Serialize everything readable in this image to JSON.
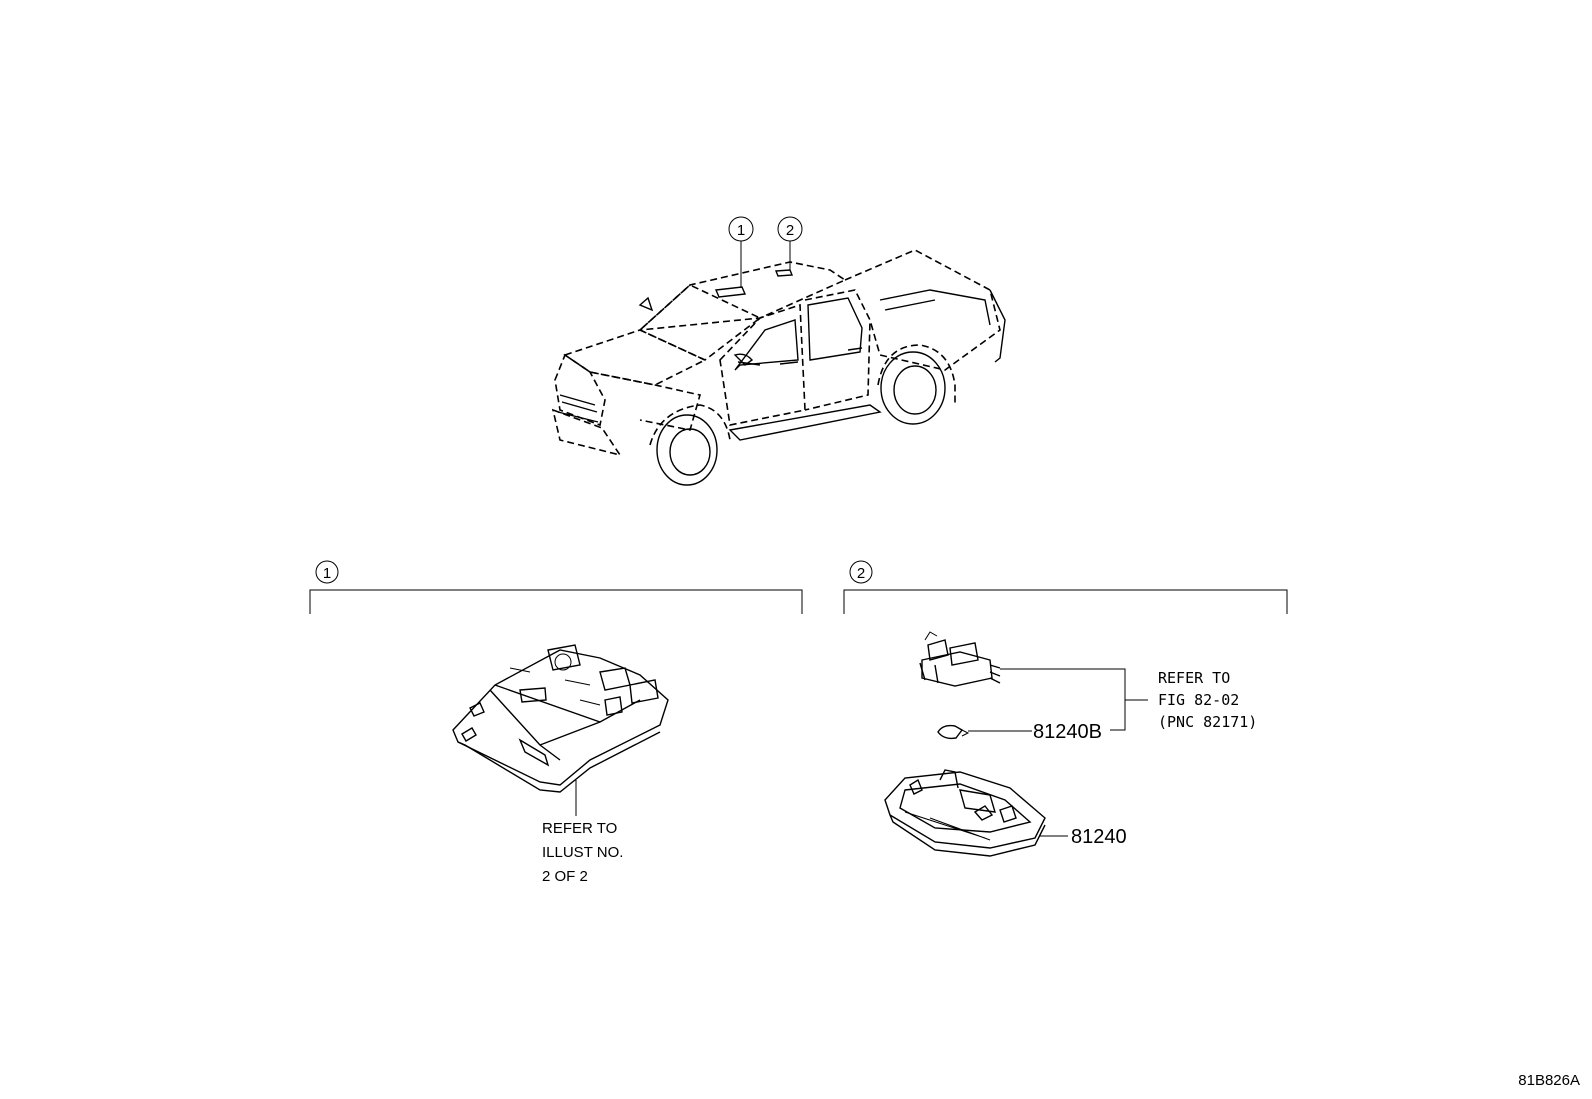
{
  "diagram": {
    "callouts": {
      "one": "1",
      "two": "2"
    },
    "sections": [
      {
        "marker": "1",
        "refer_lines": [
          "REFER TO",
          "ILLUST NO.",
          "2 OF 2"
        ]
      },
      {
        "marker": "2",
        "refer_lines": [
          "REFER TO",
          "FIG 82-02",
          "(PNC 82171)"
        ]
      }
    ],
    "parts": {
      "bulb": "81240B",
      "lamp": "81240"
    },
    "illustration_code": "81B826A"
  }
}
